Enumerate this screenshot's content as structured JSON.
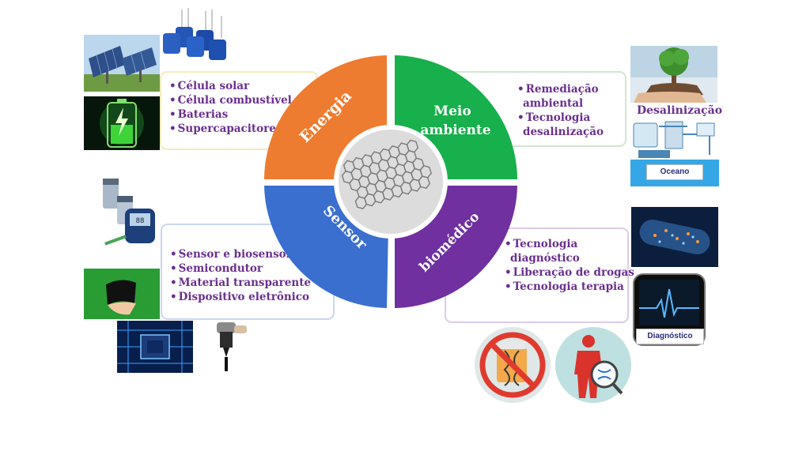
{
  "quadrants": {
    "energy": {
      "label": "Energia",
      "color": "#ee7c30"
    },
    "environment": {
      "line1": "Meio",
      "line2": "ambiente",
      "color": "#18b04c"
    },
    "sensor": {
      "label": "Sensor",
      "color": "#3a6fcf"
    },
    "biomedical": {
      "label": "biomédico",
      "color": "#7030a0"
    }
  },
  "energy_box": {
    "items": [
      "Célula solar",
      "Célula combustível",
      "Baterias",
      "Supercapacitores"
    ]
  },
  "environment_box": {
    "items": [
      "Remediação",
      "ambiental",
      "Tecnologia",
      "desalinização"
    ]
  },
  "sensor_box": {
    "items": [
      "Sensor e biosensor",
      "Semicondutor",
      "Material transparente",
      "Dispositivo eletrônico"
    ]
  },
  "biomedical_box": {
    "items": [
      "Tecnologia",
      "diagnóstico",
      "Liberação de drogas",
      "Tecnologia terapia"
    ]
  },
  "desalination": {
    "title": "Desalinização",
    "ocean_label": "Oceano"
  },
  "diagnostic_label": "Diagnóstico",
  "bullet": "•",
  "icons": {
    "center": "graphene-lattice-icon",
    "solar": "solar-panel-icon",
    "battery": "battery-icon",
    "capacitor": "capacitor-icon",
    "tree": "tree-hand-icon",
    "plant": "desalination-plant-icon",
    "glucometer": "glucometer-icon",
    "flexible": "flexible-display-icon",
    "chip": "circuit-chip-icon",
    "ink": "ink-dropper-icon",
    "capsule": "capsule-icon",
    "ecg": "ecg-monitor-icon",
    "no_drug": "no-drug-dna-icon",
    "body_dna": "body-dna-icon"
  }
}
